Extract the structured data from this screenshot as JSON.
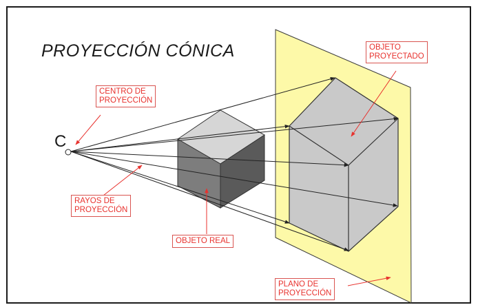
{
  "title": "PROYECCIÓN CÓNICA",
  "point_label": "C",
  "labels": {
    "centro": [
      "CENTRO DE",
      "PROYECCIÓN"
    ],
    "rayos": [
      "RAYOS DE",
      "PROYECCIÓN"
    ],
    "objeto_real": "OBJETO REAL",
    "objeto_proyectado": [
      "OBJETO",
      "PROYECTADO"
    ],
    "plano": [
      "PLANO DE",
      "PROYECCIÓN"
    ]
  },
  "colors": {
    "plane": "#fdf9a8",
    "plane_stroke": "#3a3a3a",
    "label_red": "#e8322e",
    "cube_top": "#d4d4d4",
    "cube_front": "#7a7a7a",
    "cube_side": "#5a5a5a",
    "projected": "#c8c8c8"
  }
}
